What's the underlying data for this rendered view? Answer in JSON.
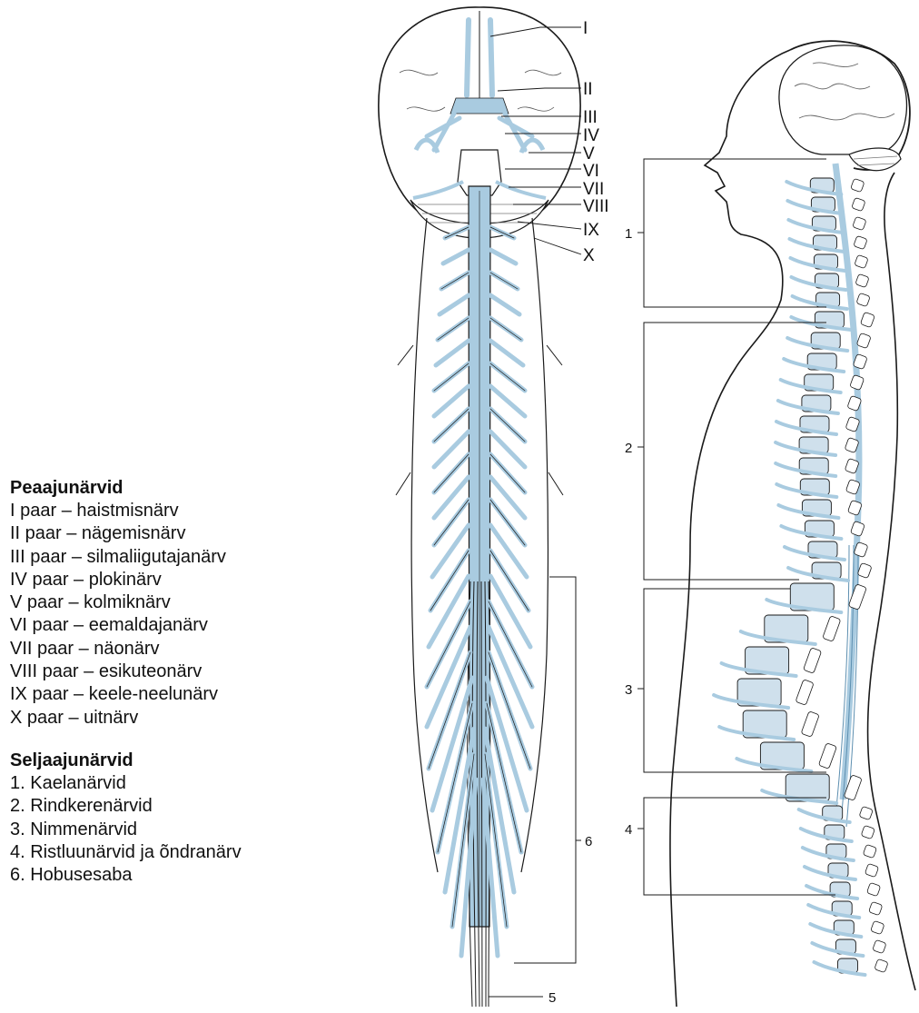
{
  "legend": {
    "cranial_heading": "Peaajunärvid",
    "cranial_items": [
      "I paar – haistmisnärv",
      "II paar – nägemisnärv",
      "III paar – silmaliigutajanärv",
      "IV paar – plokinärv",
      "V paar – kolmiknärv",
      "VI paar – eemaldajanärv",
      "VII paar – näonärv",
      "VIII paar – esikuteonärv",
      "IX paar – keele-neelunärv",
      "X paar – uitnärv"
    ],
    "spinal_heading": "Seljaajunärvid",
    "spinal_items": [
      "1. Kaelanärvid",
      "2. Rindkerenärvid",
      "3. Nimmenärvid",
      "4. Ristluunärvid ja õndranärv",
      "6. Hobusesaba"
    ]
  },
  "diagram": {
    "cranial_labels": [
      "I",
      "II",
      "III",
      "IV",
      "V",
      "VI",
      "VII",
      "VIII",
      "IX",
      "X"
    ],
    "region_labels": [
      "1",
      "2",
      "3",
      "4"
    ],
    "cauda_label": "6",
    "filum_label": "5"
  },
  "colors": {
    "nerve_blue": "#a9cbe0",
    "outline": "#1a1a1a",
    "vertebra_fill": "#cfe0ec"
  }
}
